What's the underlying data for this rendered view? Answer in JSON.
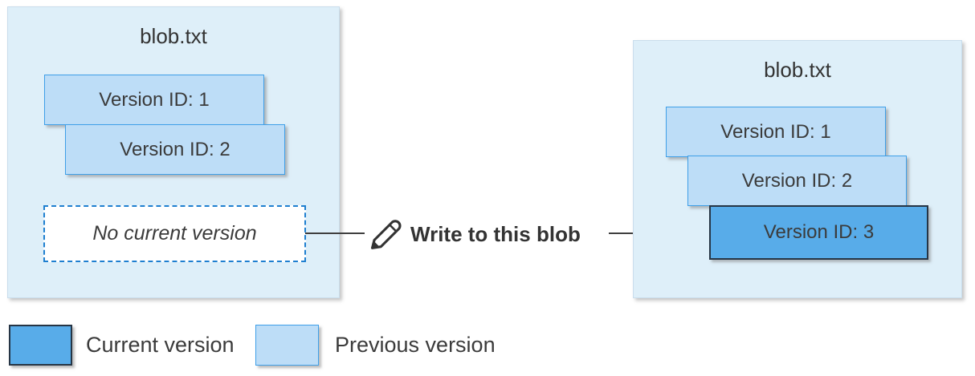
{
  "colors": {
    "current_version_fill": "#58ace9",
    "current_version_border": "#263545",
    "previous_version_fill": "#bdddf7",
    "previous_version_border": "#3e9fe8",
    "container_fill": "#deeff9",
    "dashed_border": "#1e7fd0",
    "connector": "#3f3f3f",
    "text": "#3b3b3b"
  },
  "before_box": {
    "title": "blob.txt",
    "versions": [
      "Version ID: 1",
      "Version ID: 2"
    ],
    "placeholder": "No current version"
  },
  "action": {
    "label": "Write to this blob",
    "icon": "pencil-icon"
  },
  "after_box": {
    "title": "blob.txt",
    "versions": [
      "Version ID: 1",
      "Version ID: 2",
      "Version ID: 3"
    ],
    "current_version_index": 2
  },
  "legend": {
    "current_label": "Current version",
    "previous_label": "Previous version"
  }
}
